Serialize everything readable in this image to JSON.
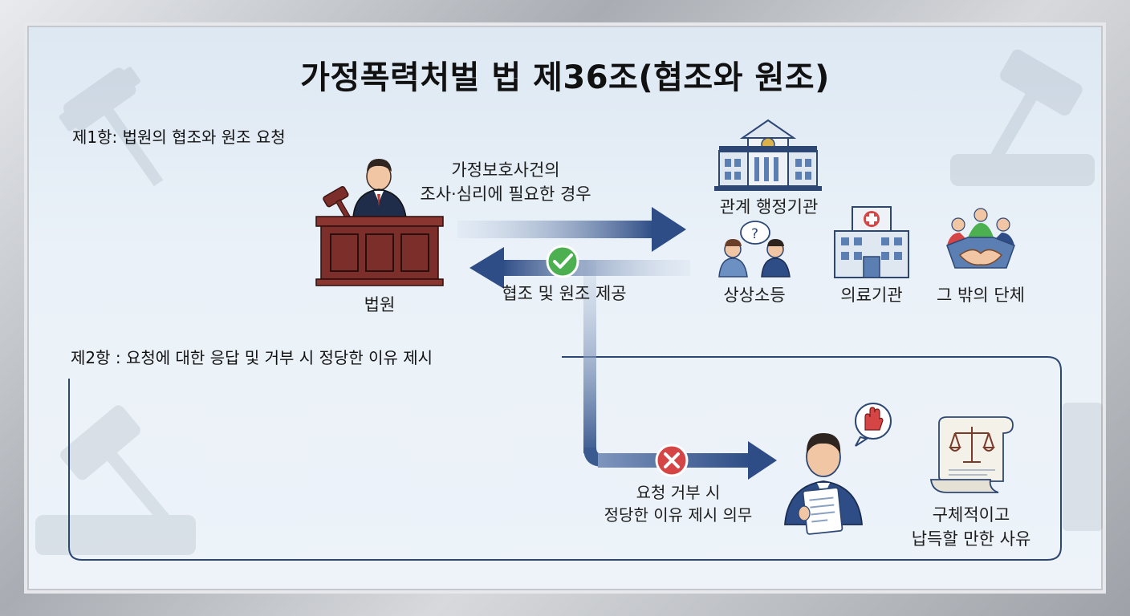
{
  "title": "가정폭력처벌 법 제36조(협조와 원조)",
  "section1": {
    "heading": "제1항: 법원의 협조와 원조 요청",
    "court_label": "법원",
    "request_arrow_label_line1": "가정보호사건의",
    "request_arrow_label_line2": "조사·심리에 필요한 경우",
    "return_arrow_label": "협조 및 원조 제공",
    "recipients": [
      {
        "label": "관계 행정기관",
        "icon": "government-building-icon"
      },
      {
        "label": "상상소등",
        "icon": "counseling-people-icon"
      },
      {
        "label": "의료기관",
        "icon": "hospital-icon"
      },
      {
        "label": "그 밖의 단체",
        "icon": "handshake-group-icon"
      }
    ]
  },
  "section2": {
    "heading": "제2항 : 요청에 대한 응답 및 거부 시 정당한 이유 제시",
    "refusal_label_line1": "요청 거부 시",
    "refusal_label_line2": "정당한 이유 제시 의무",
    "reason_label_line1": "구체적이고",
    "reason_label_line2": "납득할 만한 사유",
    "icons": [
      "refusing-person-icon",
      "document-scales-icon"
    ]
  },
  "colors": {
    "arrow_blue": "#2e4d86",
    "check_green": "#4caf50",
    "cross_red": "#d64545",
    "court_wood": "#7b2e2a",
    "outline_navy": "#2d4775"
  }
}
